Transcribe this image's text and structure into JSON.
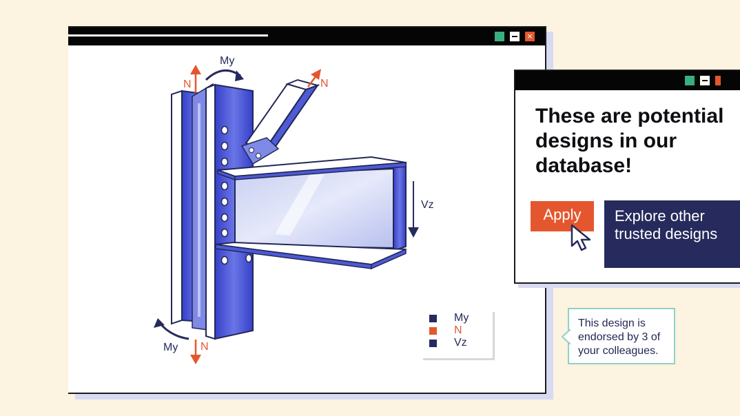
{
  "main_window": {
    "controls": {
      "close_glyph": "×"
    },
    "diagram": {
      "labels": {
        "my_top": "My",
        "n_top_left": "N",
        "n_brace": "N",
        "vz": "Vz",
        "my_bottom": "My",
        "n_bottom": "N"
      }
    },
    "legend": [
      {
        "label": "My",
        "color": "#262a5c"
      },
      {
        "label": "N",
        "color": "#e4572e"
      },
      {
        "label": "Vz",
        "color": "#262a5c"
      }
    ]
  },
  "dialog": {
    "heading": "These are potential designs in our database!",
    "apply_label": "Apply",
    "explore_label": "Explore other trusted designs"
  },
  "tooltip": {
    "text": "This design is endorsed by 3 of your colleagues."
  },
  "colors": {
    "background": "#fdf3e1",
    "accent_orange": "#e4572e",
    "navy": "#262a5c",
    "steel_blue": "#4e5ad6",
    "window_green": "#3aae80",
    "tooltip_border": "#8fd1c4"
  }
}
